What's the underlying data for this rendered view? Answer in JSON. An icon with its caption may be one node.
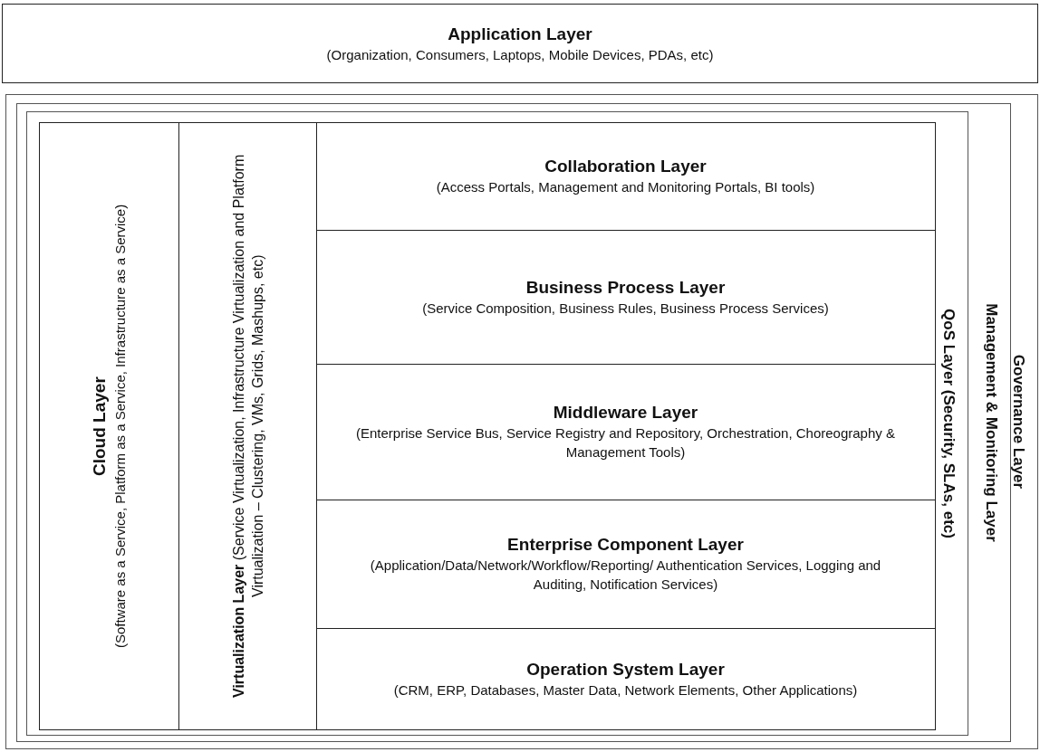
{
  "diagram": {
    "nodes": [
      {
        "text": [
          "Application Layer",
          "(Organization, Consumers, Laptops, Mobile Devices, PDAs, etc)"
        ]
      },
      {
        "text": [
          "Governance Layer"
        ]
      },
      {
        "text": [
          "Management & Monitoring Layer"
        ],
        "in": 1
      },
      {
        "text": [
          "QoS Layer (Security, SLAs, etc)"
        ],
        "in": 2
      },
      {
        "text": [
          "Cloud Layer",
          "(Software as a Service, Platform as a Service, Infrastructure as a Service)"
        ],
        "in": 3
      },
      {
        "text": [
          "**Virtualization Layer** (Service Virtualization, Infrastructure Virtualization and Platform Virtualization – Clustering, VMs, Grids, Mashups, etc)"
        ],
        "in": 3
      },
      {
        "text": [
          "Collaboration Layer",
          "(Access Portals, Management and Monitoring Portals, BI tools)"
        ],
        "in": 3
      },
      {
        "text": [
          "Business Process Layer",
          "(Service Composition, Business Rules, Business Process Services)"
        ],
        "in": 3
      },
      {
        "text": [
          "Middleware Layer",
          "(Enterprise Service Bus, Service Registry and Repository, Orchestration, Choreography & Management Tools)"
        ],
        "in": 3
      },
      {
        "text": [
          "Enterprise Component Layer",
          "(Application/Data/Network/Workflow/Reporting/ Authentication Services, Logging and Auditing, Notification Services)"
        ],
        "in": 3
      },
      {
        "text": [
          "Operation System Layer",
          "(CRM, ERP, Databases, Master Data, Network Elements, Other Applications)"
        ],
        "in": 3
      }
    ],
    "edges": []
  }
}
